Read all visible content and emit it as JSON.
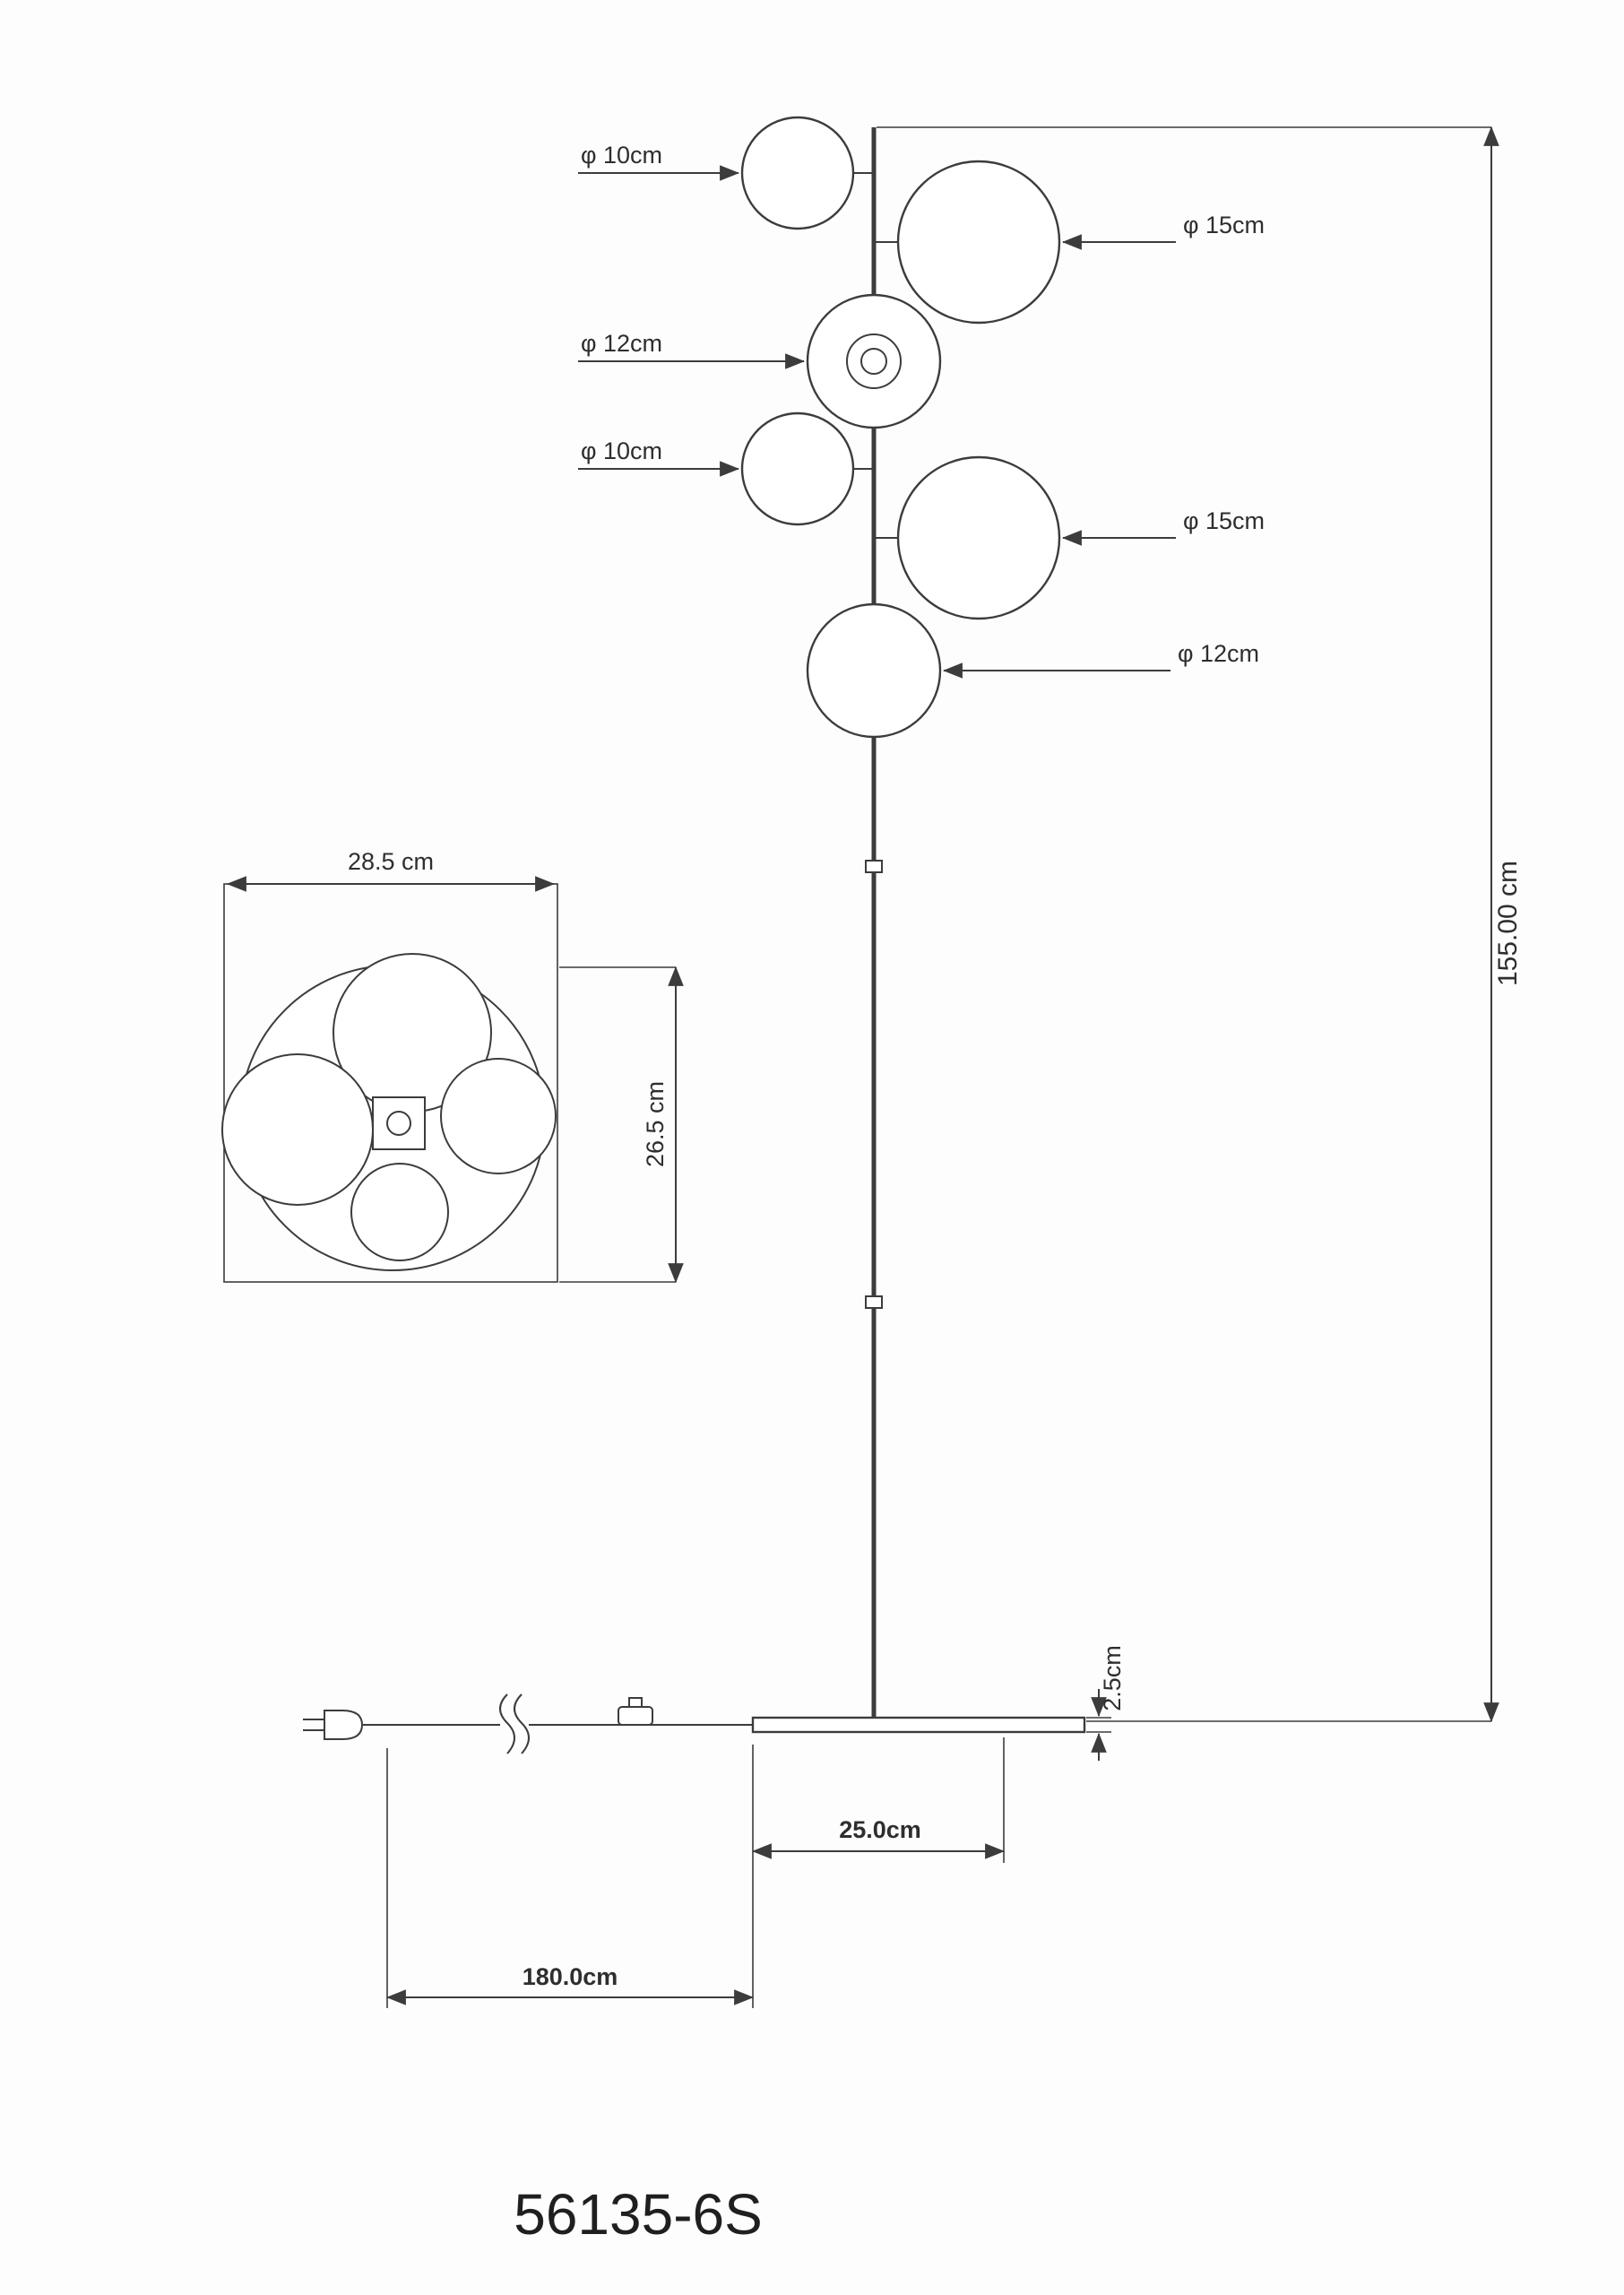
{
  "model_number": "56135-6S",
  "dimension_labels": {
    "globe1": "φ 10cm",
    "globe2": "φ 15cm",
    "globe3": "φ 12cm",
    "globe4": "φ 10cm",
    "globe5": "φ 15cm",
    "globe6": "φ 12cm",
    "total_height": "155.00 cm",
    "head_width": "28.5 cm",
    "head_depth": "26.5 cm",
    "base_thickness": "2.5cm",
    "base_diameter": "25.0cm",
    "cable_length": "180.0cm"
  }
}
